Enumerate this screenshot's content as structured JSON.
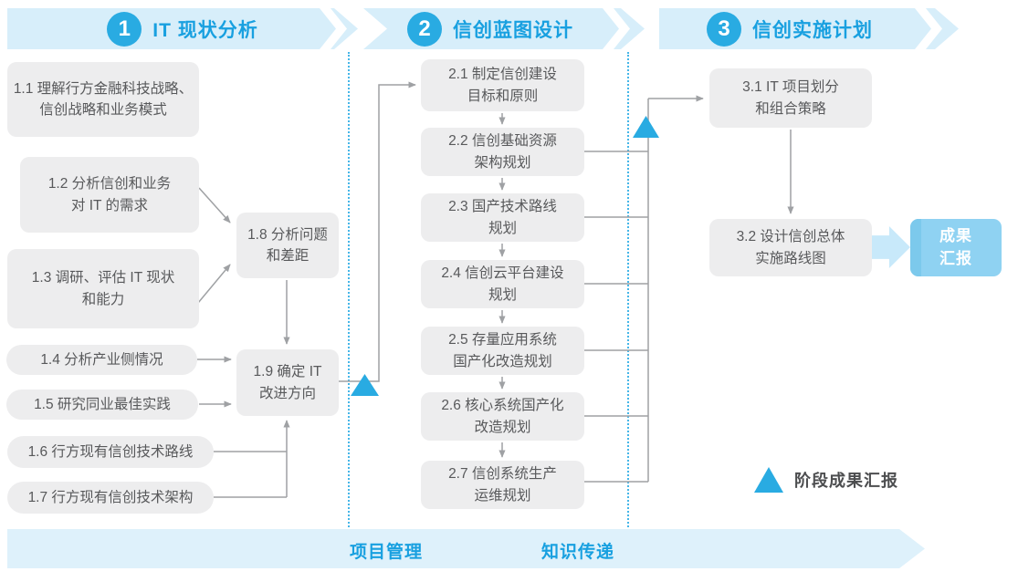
{
  "colors": {
    "band_bg": "#d7eefa",
    "accent_blue": "#29abe2",
    "title_blue": "#18a0e0",
    "box_bg": "#ededee",
    "box_text": "#58595b",
    "line_gray": "#9fa1a4",
    "result_box_bg": "#8fd2f2",
    "result_arrow": "#c8e9fa"
  },
  "phases": [
    {
      "number": "1",
      "title": "IT 现状分析"
    },
    {
      "number": "2",
      "title": "信创蓝图设计"
    },
    {
      "number": "3",
      "title": "信创实施计划"
    }
  ],
  "p1": [
    {
      "label": "1.1 理解行方金融科技战略、\n信创战略和业务模式"
    },
    {
      "label": "1.2 分析信创和业务\n对 IT 的需求"
    },
    {
      "label": "1.3 调研、评估 IT 现状\n和能力"
    },
    {
      "label": "1.4 分析产业侧情况"
    },
    {
      "label": "1.5 研究同业最佳实践"
    },
    {
      "label": "1.6 行方现有信创技术路线"
    },
    {
      "label": "1.7 行方现有信创技术架构"
    },
    {
      "label": "1.8 分析问题\n和差距"
    },
    {
      "label": "1.9 确定 IT\n改进方向"
    }
  ],
  "p2": [
    {
      "label": "2.1 制定信创建设\n目标和原则"
    },
    {
      "label": "2.2 信创基础资源\n架构规划"
    },
    {
      "label": "2.3 国产技术路线\n规划"
    },
    {
      "label": "2.4 信创云平台建设\n规划"
    },
    {
      "label": "2.5 存量应用系统\n国产化改造规划"
    },
    {
      "label": "2.6 核心系统国产化\n改造规划"
    },
    {
      "label": "2.7 信创系统生产\n运维规划"
    }
  ],
  "p3": [
    {
      "label": "3.1 IT 项目划分\n和组合策略"
    },
    {
      "label": "3.2 设计信创总体\n实施路线图"
    }
  ],
  "result": {
    "label": "成果\n汇报"
  },
  "legend": {
    "label": "阶段成果汇报"
  },
  "footer": {
    "left": "项目管理",
    "right": "知识传递"
  }
}
